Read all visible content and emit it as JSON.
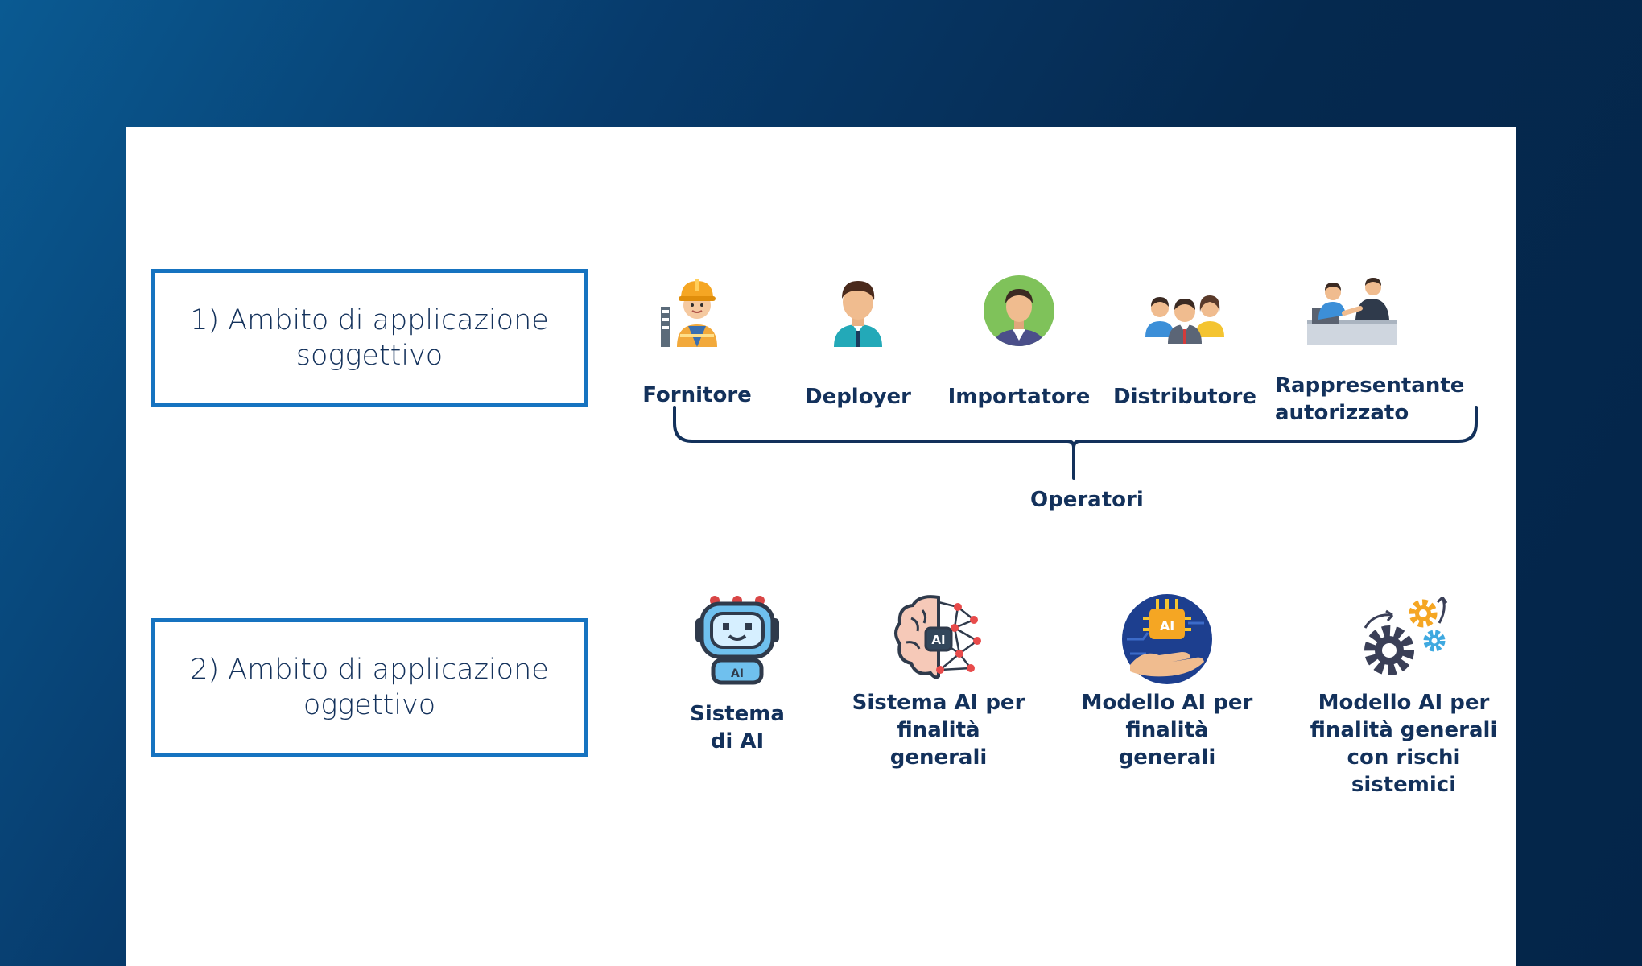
{
  "scopes": [
    {
      "text": "1) Ambito di applicazione\nsoggettivo"
    },
    {
      "text": "2) Ambito di applicazione\noggettivo"
    }
  ],
  "operators": [
    {
      "label": "Fornitore",
      "icon": "builder-icon"
    },
    {
      "label": "Deployer",
      "icon": "businessman-icon"
    },
    {
      "label": "Importatore",
      "icon": "user-avatar-icon"
    },
    {
      "label": "Distributore",
      "icon": "team-icon"
    },
    {
      "label": "Rappresentante\nautorizzato",
      "icon": "meeting-icon"
    }
  ],
  "operators_group_label": "Operatori",
  "objects": [
    {
      "label": "Sistema\ndi AI",
      "icon": "robot-icon"
    },
    {
      "label": "Sistema AI per\nfinalità\ngenerali",
      "icon": "ai-brain-icon"
    },
    {
      "label": "Modello AI per\nfinalità\ngenerali",
      "icon": "ai-chip-hand-icon"
    },
    {
      "label": "Modello AI per\nfinalità generali\ncon rischi\nsistemici",
      "icon": "gears-icon"
    }
  ],
  "colors": {
    "background_dark": "#042549",
    "background_light": "#0a5a92",
    "box_border": "#1673c0",
    "text": "#13315b"
  }
}
